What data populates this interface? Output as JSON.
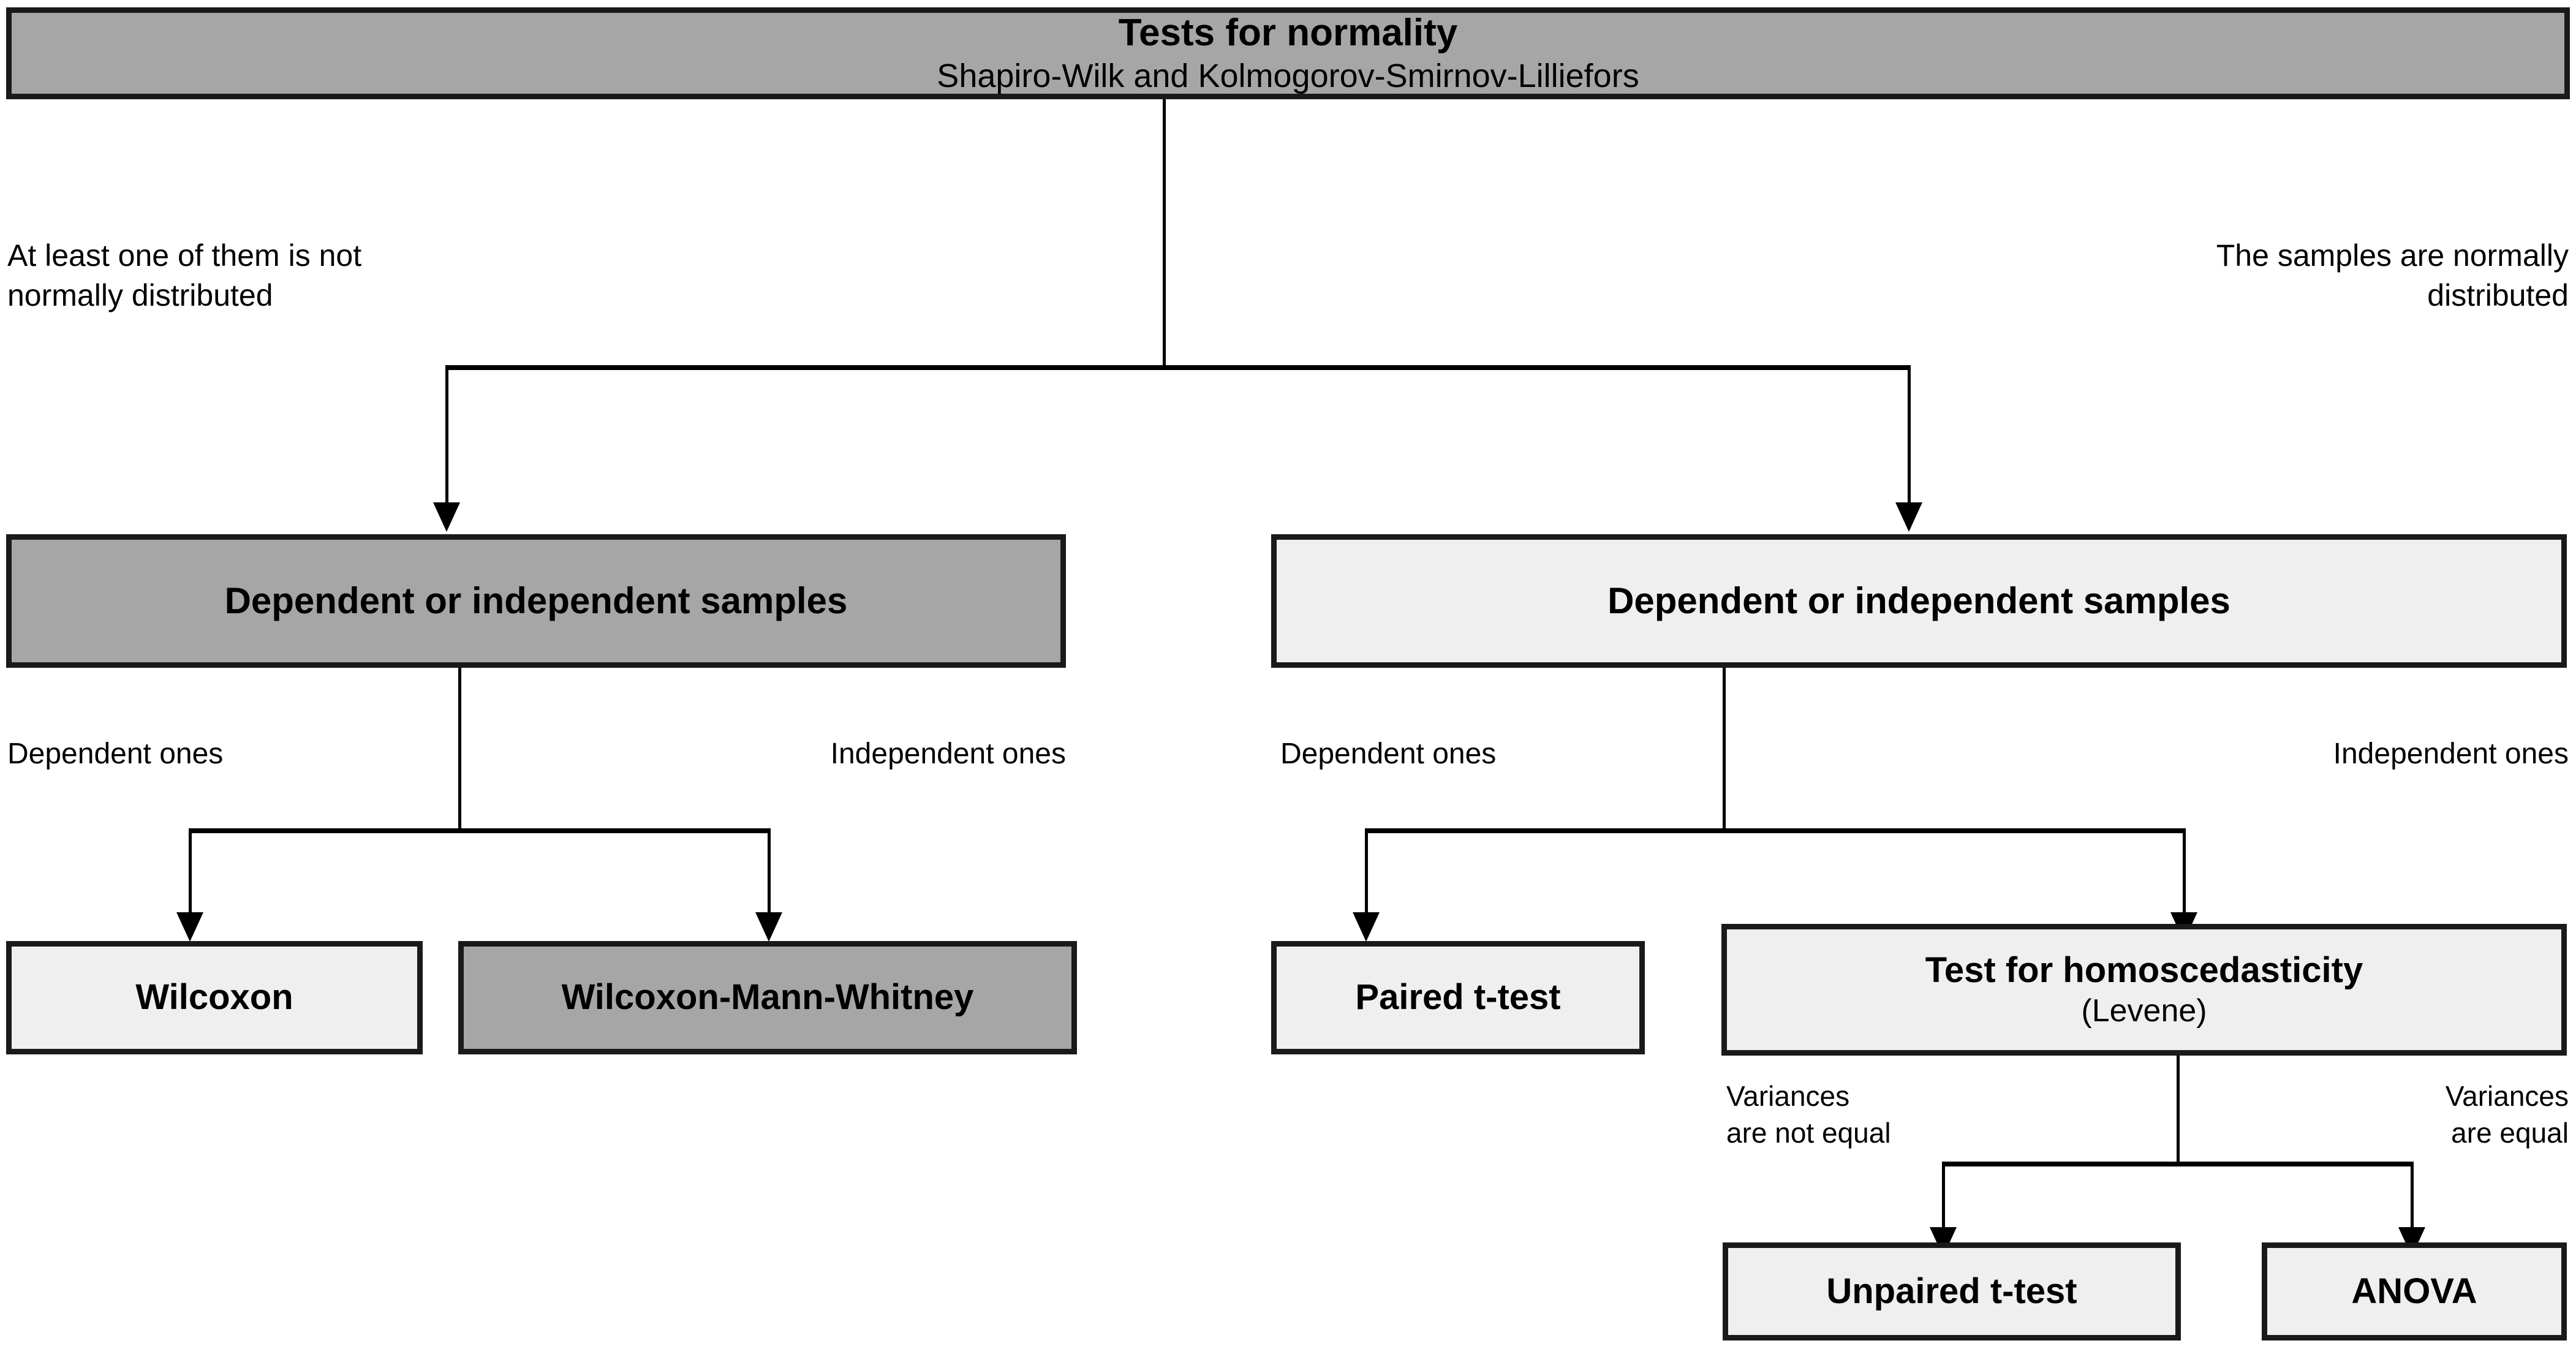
{
  "diagram": {
    "title": "Tests for normality decision tree",
    "colors": {
      "gray_fill": "#a6a6a6",
      "light_fill": "#efefef",
      "stroke": "#1a1a1a",
      "background": "#ffffff"
    },
    "nodes": {
      "normality_test": {
        "title": "Tests for normality",
        "subtitle": "Shapiro-Wilk and Kolmogorov-Smirnov-Lilliefors",
        "fill": "gray"
      },
      "samples_nonparametric": {
        "title": "Dependent or independent samples",
        "fill": "gray"
      },
      "samples_parametric": {
        "title": "Dependent or independent samples",
        "fill": "light"
      },
      "wilcoxon": {
        "title": "Wilcoxon",
        "fill": "light"
      },
      "wilcoxon_mann_whitney": {
        "title": "Wilcoxon-Mann-Whitney",
        "fill": "gray"
      },
      "paired_t_test": {
        "title": "Paired t-test",
        "fill": "light"
      },
      "homoscedasticity": {
        "title": "Test for homoscedasticity",
        "subtitle": "(Levene)",
        "fill": "light"
      },
      "unpaired_t_test": {
        "title": "Unpaired t-test",
        "fill": "light"
      },
      "anova": {
        "title": "ANOVA",
        "fill": "light"
      }
    },
    "edge_labels": {
      "not_normal": "At least one of them is not\nnormally distributed",
      "normal": "The samples are normally\ndistributed",
      "dependent_left": "Dependent ones",
      "independent_left": "Independent ones",
      "dependent_right": "Dependent ones",
      "independent_right": "Independent ones",
      "variances_not_equal": "Variances\nare not equal",
      "variances_equal": "Variances\nare equal"
    }
  }
}
